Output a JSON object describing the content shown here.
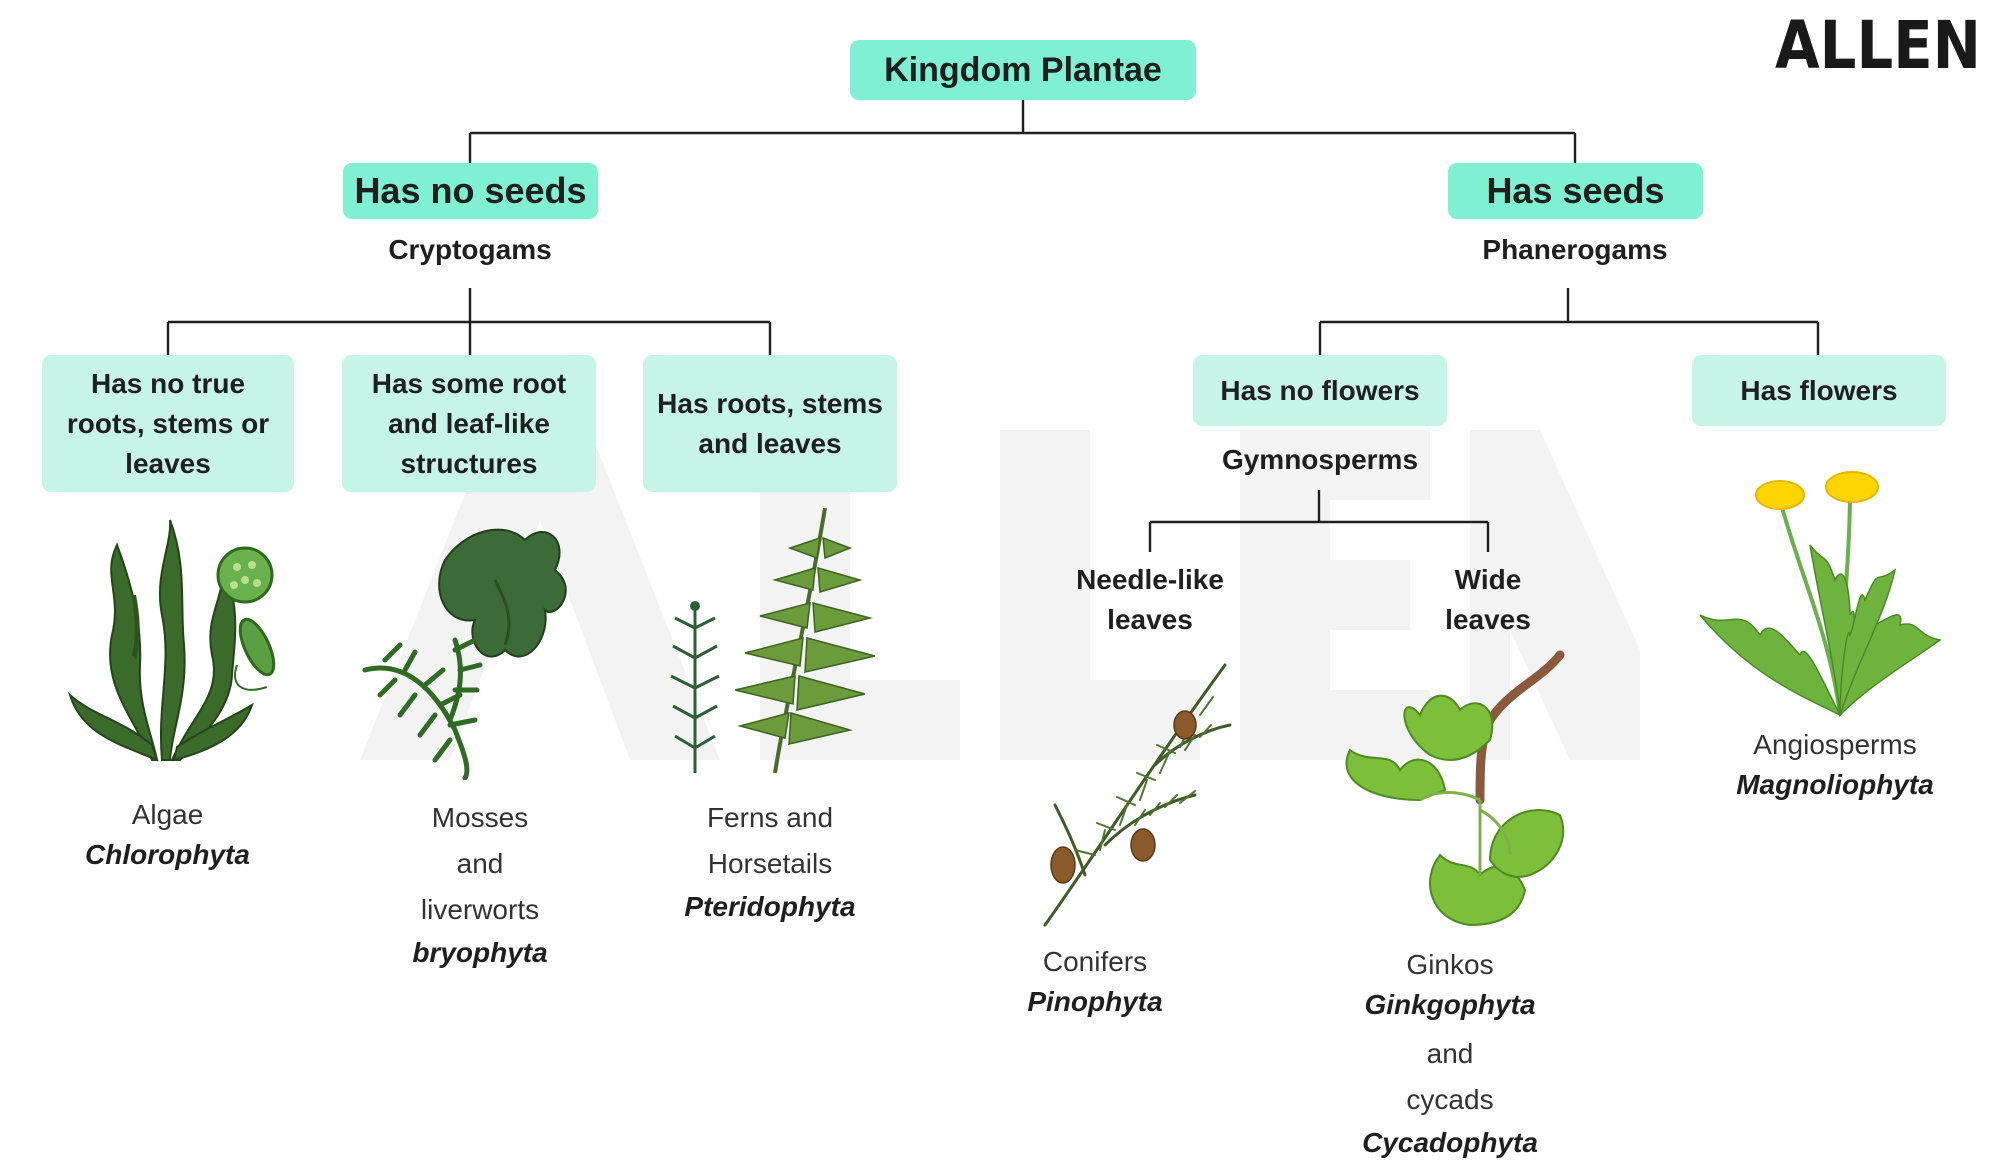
{
  "logo": {
    "text": "ALLEN"
  },
  "root": {
    "label": "Kingdom Plantae"
  },
  "no_seeds": {
    "label": "Has no seeds",
    "group": "Cryptogams",
    "children": [
      {
        "box": "Has no true roots, stems or leaves",
        "common": "Algae",
        "sci": "Chlorophyta"
      },
      {
        "box": "Has some root and leaf-like structures",
        "common": "Mosses\nand\nliverworts",
        "sci": "bryophyta"
      },
      {
        "box": "Has roots, stems and leaves",
        "common": "Ferns and\nHorsetails",
        "sci": "Pteridophyta"
      }
    ]
  },
  "seeds": {
    "label": "Has seeds",
    "group": "Phanerogams",
    "no_flowers": {
      "box": "Has no flowers",
      "group": "Gymnosperms",
      "children": [
        {
          "label": "Needle-like leaves",
          "common": "Conifers",
          "sci": "Pinophyta"
        },
        {
          "label": "Wide leaves",
          "common": "Ginkos",
          "sci": "Ginkgophyta",
          "common2": "and\ncycads",
          "sci2": "Cycadophyta"
        }
      ]
    },
    "flowers": {
      "box": "Has flowers",
      "common": "Angiosperms",
      "sci": "Magnoliophyta"
    }
  },
  "colors": {
    "primary_box": "#7ff0d2",
    "secondary_box": "#c6f5e8",
    "line": "#1f1f1f"
  },
  "icons": [
    "algae-icon",
    "moss-icon",
    "fern-icon",
    "conifer-icon",
    "ginkgo-icon",
    "dandelion-icon"
  ]
}
